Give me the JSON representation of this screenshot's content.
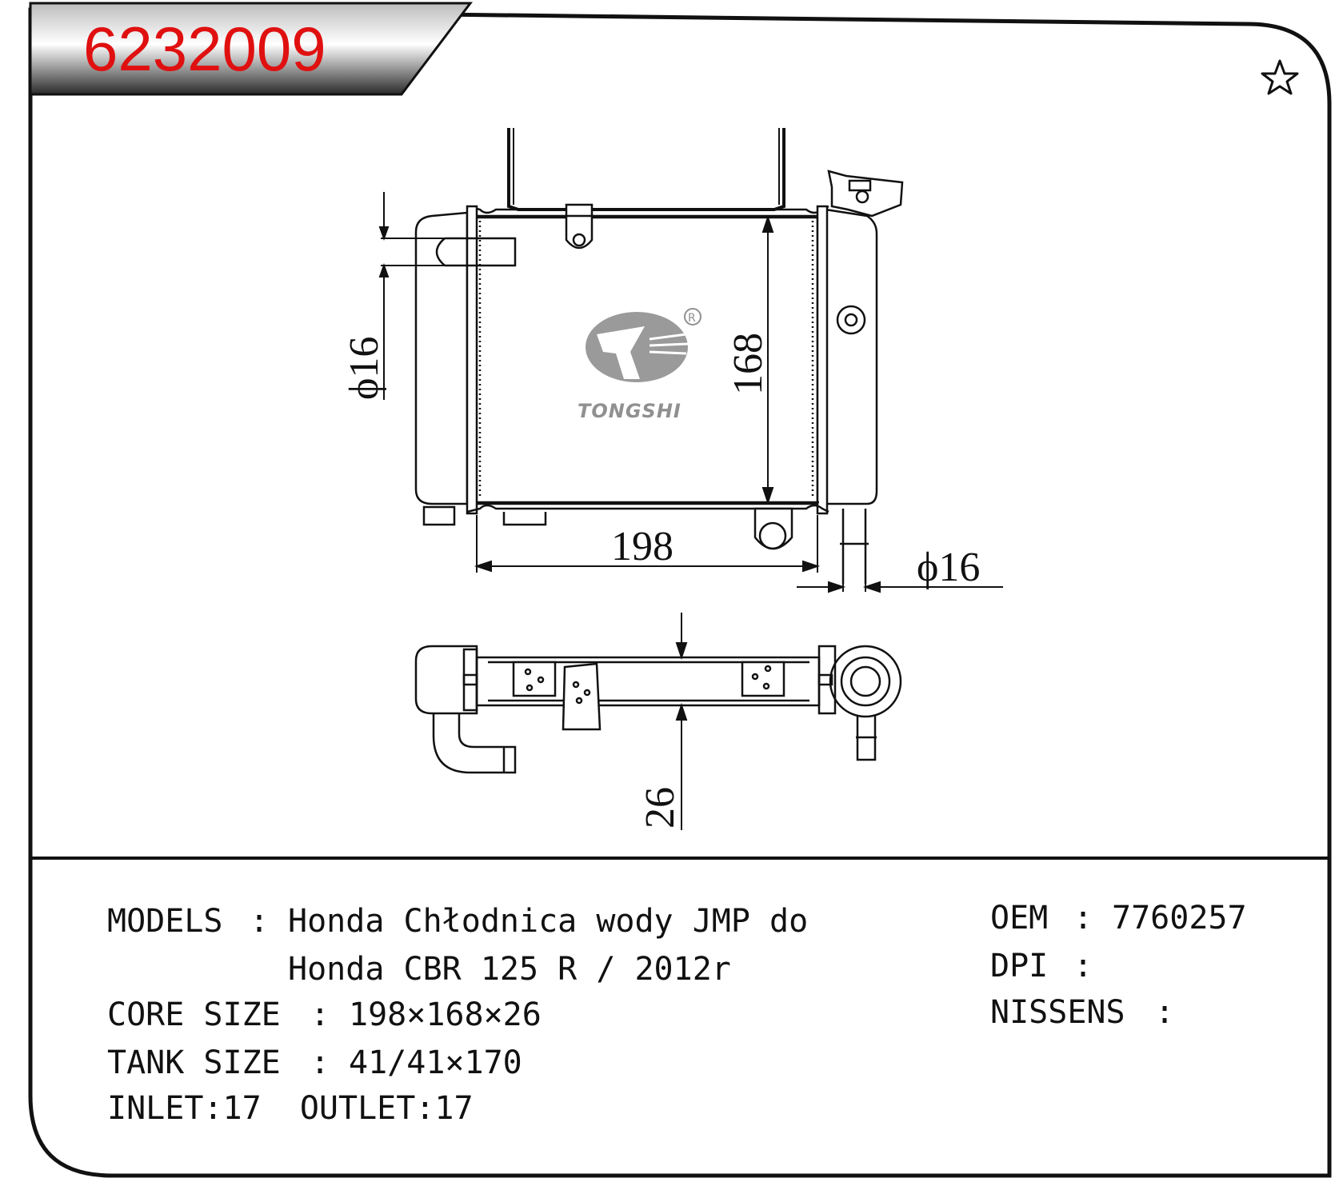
{
  "header": {
    "part_number": "6232009",
    "favorite_icon": "star-outline-icon"
  },
  "drawing": {
    "brand_name": "TONGSHI",
    "registered_mark": "R",
    "dimensions": {
      "core_width": "198",
      "core_height": "168",
      "core_depth": "26",
      "inlet_diameter": "ϕ16",
      "outlet_diameter": "ϕ16"
    }
  },
  "specs": {
    "models_label": "MODELS",
    "models_line1": "Honda Chłodnica wody JMP do",
    "models_line2": "Honda CBR 125 R / 2012r",
    "core_size_label": "CORE SIZE",
    "core_size_value": "198×168×26",
    "tank_size_label": "TANK SIZE",
    "tank_size_value": "41/41×170",
    "inlet_outlet": "INLET:17  OUTLET:17",
    "oem_label": "OEM",
    "oem_value": "7760257",
    "dpi_label": "DPI",
    "dpi_value": "",
    "nissens_label": "NISSENS",
    "nissens_value": ""
  },
  "colors": {
    "part_number": "#e01010",
    "frame": "#111111",
    "logo": "#909090"
  }
}
